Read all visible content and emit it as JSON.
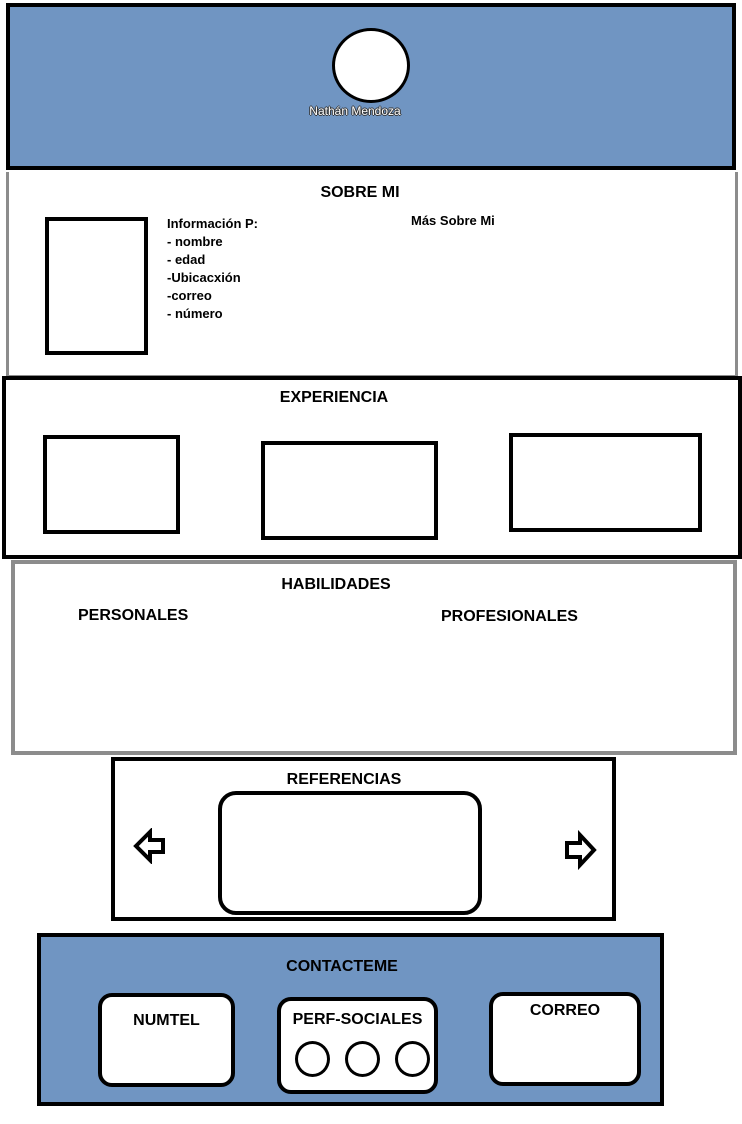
{
  "header": {
    "name": "Nathán Mendoza"
  },
  "sobre_mi": {
    "title": "SOBRE MI",
    "info_heading": "Información P:",
    "info_items": [
      "- nombre",
      "- edad",
      "-Ubicacxión",
      "-correo",
      "- número"
    ],
    "more_label": "Más Sobre Mi"
  },
  "experiencia": {
    "title": "EXPERIENCIA"
  },
  "habilidades": {
    "title": "HABILIDADES",
    "personal_label": "PERSONALES",
    "profesional_label": "PROFESIONALES"
  },
  "referencias": {
    "title": "REFERENCIAS",
    "prev_icon": "arrow-left-icon",
    "next_icon": "arrow-right-icon"
  },
  "contacto": {
    "title": "CONTACTEME",
    "numtel_label": "NUMTEL",
    "perf_label": "PERF-SOCIALES",
    "correo_label": "CORREO"
  },
  "colors": {
    "accent": "#7095c2",
    "border": "#000000",
    "section_border_gray": "#8c8c8c"
  }
}
